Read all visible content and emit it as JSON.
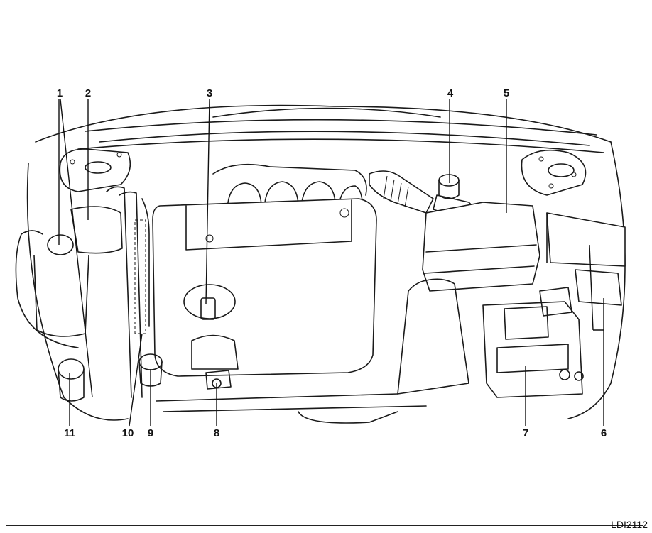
{
  "figure_code": "LDI2112",
  "callouts": [
    "1",
    "2",
    "3",
    "4",
    "5",
    "6",
    "7",
    "8",
    "9",
    "10",
    "11"
  ]
}
